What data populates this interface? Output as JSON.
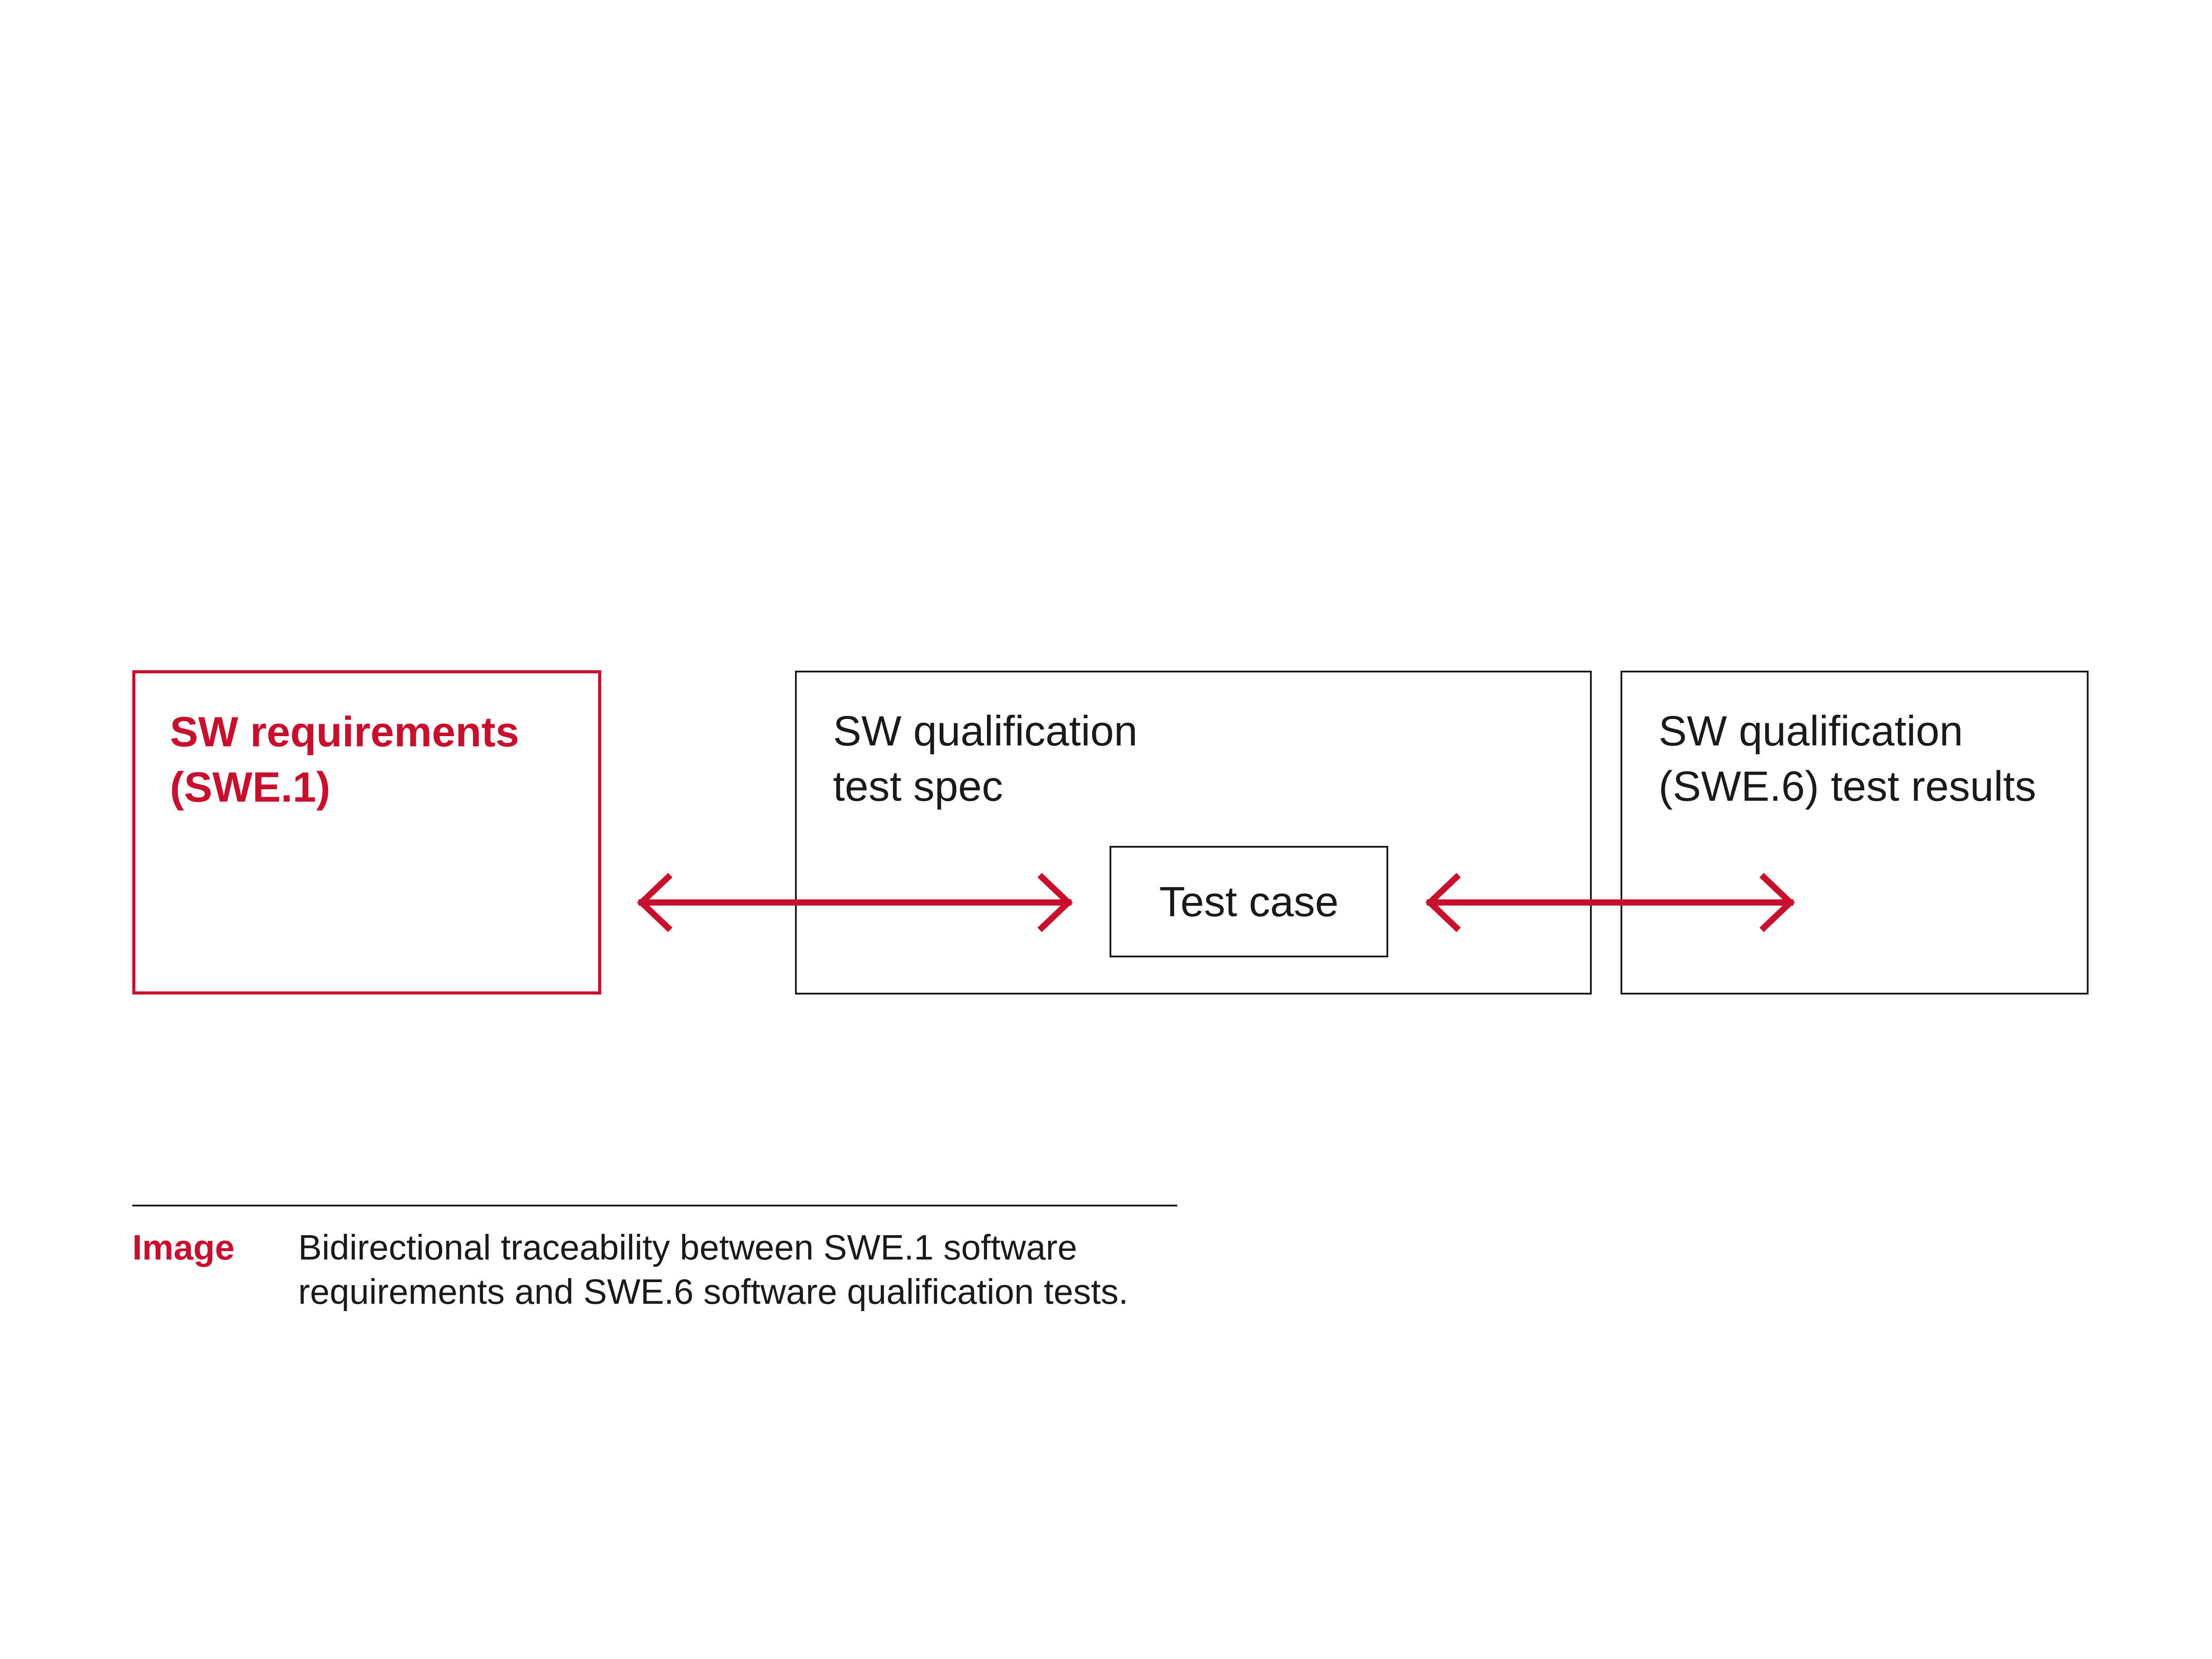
{
  "diagram": {
    "boxes": {
      "requirements": "SW requirements\n(SWE.1)",
      "test_spec": "SW qualification\ntest spec",
      "test_case": "Test case",
      "test_results": "SW qualification\n(SWE.6) test results"
    },
    "colors": {
      "accent": "#c8102e",
      "stroke": "#1a1a1a",
      "background": "#ffffff"
    }
  },
  "caption": {
    "tag": "Image",
    "text": "Bidirectional traceability between SWE.1 software requirements and SWE.6 software qualification tests."
  }
}
